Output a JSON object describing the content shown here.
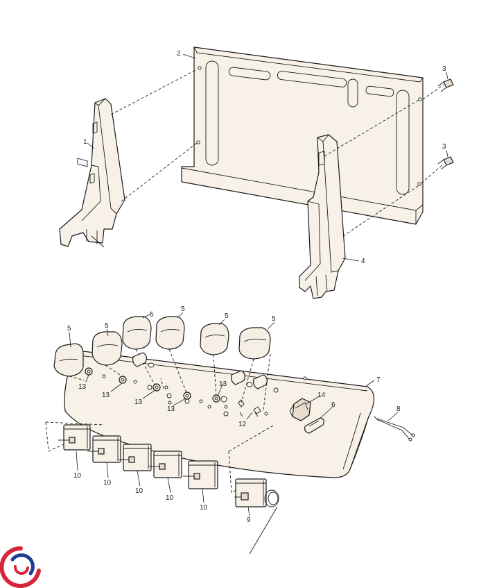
{
  "callouts": {
    "c1": "1",
    "c2": "2",
    "c3a": "3",
    "c3b": "3",
    "c4": "4",
    "c5a": "5",
    "c5b": "5",
    "c5c": "5",
    "c5d": "5",
    "c5e": "5",
    "c5f": "5",
    "c6": "6",
    "c7": "7",
    "c8": "8",
    "c9": "9",
    "c10a": "10",
    "c10b": "10",
    "c10c": "10",
    "c10d": "10",
    "c10e": "10",
    "c12": "12",
    "c13a": "13",
    "c13b": "13",
    "c13c": "13",
    "c13d": "13",
    "c13e": "13",
    "c14": "14"
  },
  "colors": {
    "line": "#1a1a1a",
    "part_fill": "#f8f1e8",
    "logo_red": "#d6263a",
    "logo_blue": "#1d3f8f"
  },
  "icons": {
    "logo": "brand-swirl-logo"
  }
}
